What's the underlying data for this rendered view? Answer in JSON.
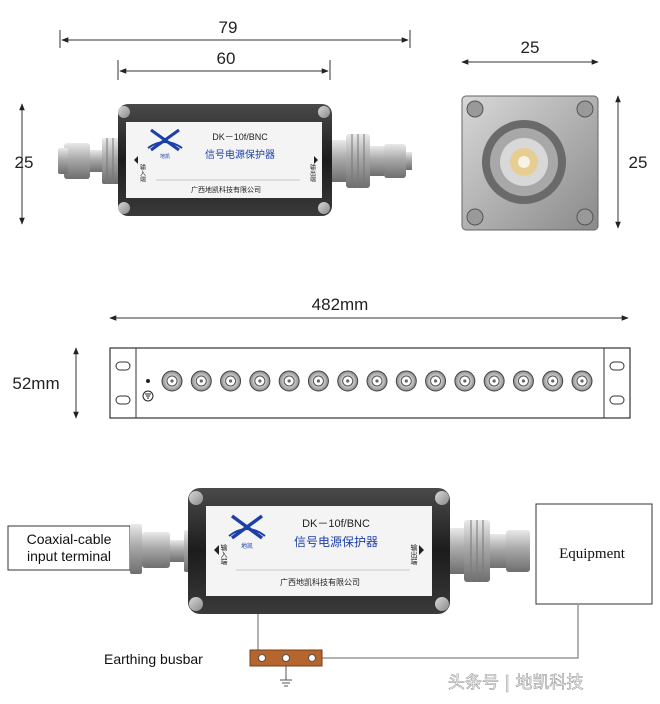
{
  "top_view": {
    "overall_length": "79",
    "body_length": "60",
    "height": "25",
    "model": "DK－10f/BNC",
    "product_name": "信号电源保护器",
    "manufacturer": "广西地凯科技有限公司",
    "input_label": "输入端",
    "output_label": "输出端",
    "brand_label": "地凯"
  },
  "end_view": {
    "width": "25",
    "height": "25"
  },
  "rack_view": {
    "width": "482mm",
    "height": "52mm",
    "port_count": 15
  },
  "connection_view": {
    "input_callout": "Coaxial-cable\ninput terminal",
    "equipment_label": "Equipment",
    "earthing_label": "Earthing busbar",
    "model": "DK－10f/BNC",
    "product_name": "信号电源保护器",
    "manufacturer": "广西地凯科技有限公司",
    "input_label": "输入端",
    "output_label": "输出端",
    "brand_label": "地凯"
  },
  "watermark": "头条号 | 地凯科技",
  "colors": {
    "body": "#2b2b2b",
    "label": "#f4f4f4",
    "logo_blue": "#1c3fa8",
    "busbar": "#b5652e",
    "metal": "#b8b8b8"
  }
}
